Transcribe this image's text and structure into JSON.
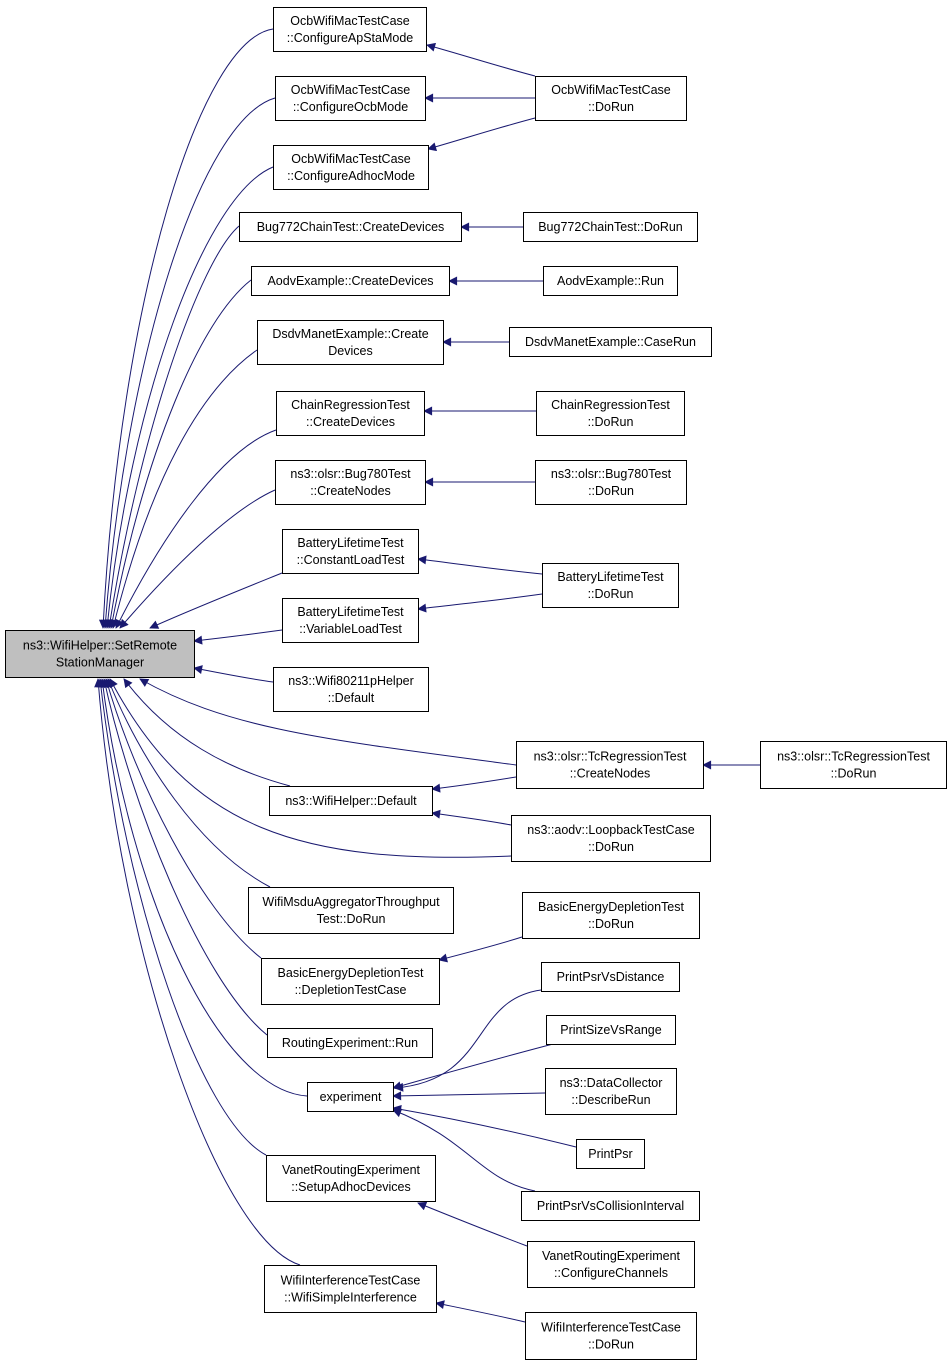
{
  "colors": {
    "edge": "#191970",
    "root_fill": "#bfbfbf",
    "node_fill": "#ffffff",
    "border": "#000000"
  },
  "nodes": {
    "root": [
      "ns3::WifiHelper::SetRemote",
      "StationManager"
    ],
    "ocbConfigureApSta": [
      "OcbWifiMacTestCase",
      "::ConfigureApStaMode"
    ],
    "ocbConfigureOcb": [
      "OcbWifiMacTestCase",
      "::ConfigureOcbMode"
    ],
    "ocbConfigureAdhoc": [
      "OcbWifiMacTestCase",
      "::ConfigureAdhocMode"
    ],
    "ocbDoRun": [
      "OcbWifiMacTestCase",
      "::DoRun"
    ],
    "bug772Create": [
      "Bug772ChainTest::CreateDevices"
    ],
    "bug772DoRun": [
      "Bug772ChainTest::DoRun"
    ],
    "aodvCreate": [
      "AodvExample::CreateDevices"
    ],
    "aodvRun": [
      "AodvExample::Run"
    ],
    "dsdvCreate": [
      "DsdvManetExample::Create",
      "Devices"
    ],
    "dsdvCaseRun": [
      "DsdvManetExample::CaseRun"
    ],
    "chainCreate": [
      "ChainRegressionTest",
      "::CreateDevices"
    ],
    "chainDoRun": [
      "ChainRegressionTest",
      "::DoRun"
    ],
    "bug780Create": [
      "ns3::olsr::Bug780Test",
      "::CreateNodes"
    ],
    "bug780DoRun": [
      "ns3::olsr::Bug780Test",
      "::DoRun"
    ],
    "batteryConstant": [
      "BatteryLifetimeTest",
      "::ConstantLoadTest"
    ],
    "batteryVariable": [
      "BatteryLifetimeTest",
      "::VariableLoadTest"
    ],
    "batteryDoRun": [
      "BatteryLifetimeTest",
      "::DoRun"
    ],
    "wifi80211p": [
      "ns3::Wifi80211pHelper",
      "::Default"
    ],
    "tcCreate": [
      "ns3::olsr::TcRegressionTest",
      "::CreateNodes"
    ],
    "tcDoRun": [
      "ns3::olsr::TcRegressionTest",
      "::DoRun"
    ],
    "wifiHelperDefault": [
      "ns3::WifiHelper::Default"
    ],
    "aodvLoopback": [
      "ns3::aodv::LoopbackTestCase",
      "::DoRun"
    ],
    "msdu": [
      "WifiMsduAggregatorThroughput",
      "Test::DoRun"
    ],
    "basicDoRun": [
      "BasicEnergyDepletionTest",
      "::DoRun"
    ],
    "basicDepletion": [
      "BasicEnergyDepletionTest",
      "::DepletionTestCase"
    ],
    "printPsrVsDistance": [
      "PrintPsrVsDistance"
    ],
    "printSizeVsRange": [
      "PrintSizeVsRange"
    ],
    "routingRun": [
      "RoutingExperiment::Run"
    ],
    "dataCollector": [
      "ns3::DataCollector",
      "::DescribeRun"
    ],
    "experiment": [
      "experiment"
    ],
    "printPsr": [
      "PrintPsr"
    ],
    "vanetSetup": [
      "VanetRoutingExperiment",
      "::SetupAdhocDevices"
    ],
    "printPsrCollision": [
      "PrintPsrVsCollisionInterval"
    ],
    "vanetConfigure": [
      "VanetRoutingExperiment",
      "::ConfigureChannels"
    ],
    "wifiInterference": [
      "WifiInterferenceTestCase",
      "::WifiSimpleInterference"
    ],
    "wifiInterferenceDoRun": [
      "WifiInterferenceTestCase",
      "::DoRun"
    ]
  }
}
